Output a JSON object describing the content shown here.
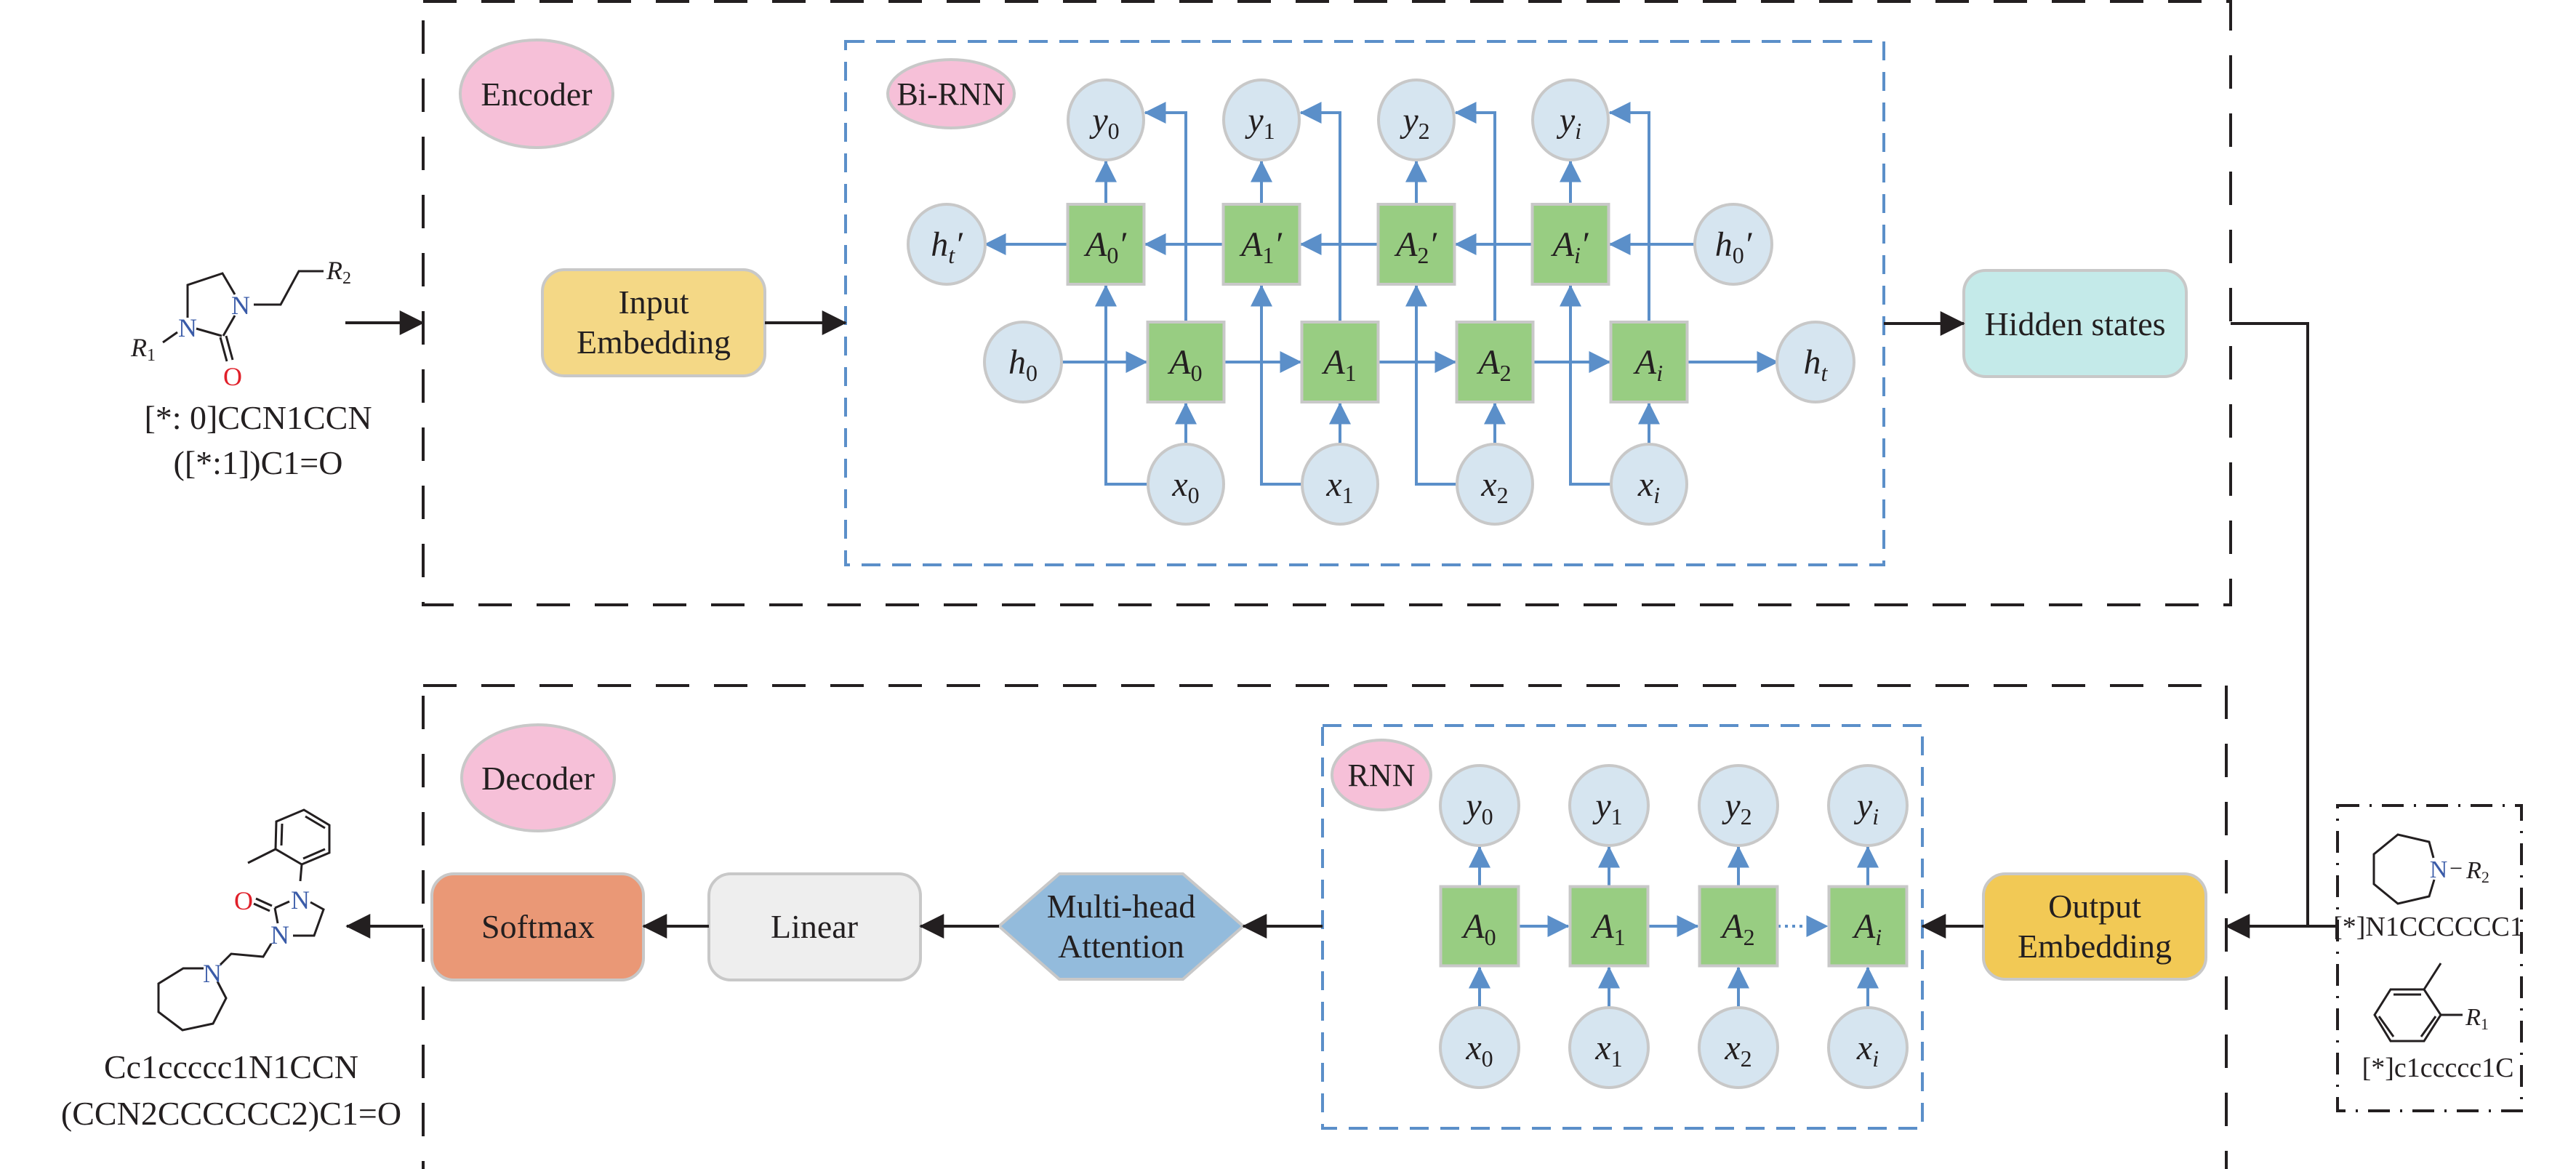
{
  "figure": {
    "title": "Encoder-decoder molecular generation architecture with Bi-RNN encoder and RNN decoder"
  },
  "encoder": {
    "label": "Encoder",
    "input_embedding": [
      "Input",
      "Embedding"
    ],
    "hidden_states": "Hidden states",
    "birnn": {
      "label": "Bi-RNN",
      "outputs": [
        {
          "base": "y",
          "sub": "0"
        },
        {
          "base": "y",
          "sub": "1"
        },
        {
          "base": "y",
          "sub": "2"
        },
        {
          "base": "y",
          "sub": "i",
          "sub_italic": true
        }
      ],
      "backward_cells": [
        {
          "base": "A",
          "sub": "0",
          "prime": true
        },
        {
          "base": "A",
          "sub": "1",
          "prime": true
        },
        {
          "base": "A",
          "sub": "2",
          "prime": true
        },
        {
          "base": "A",
          "sub": "i",
          "sub_italic": true,
          "prime": true
        }
      ],
      "forward_cells": [
        {
          "base": "A",
          "sub": "0"
        },
        {
          "base": "A",
          "sub": "1"
        },
        {
          "base": "A",
          "sub": "2"
        },
        {
          "base": "A",
          "sub": "i",
          "sub_italic": true
        }
      ],
      "inputs": [
        {
          "base": "x",
          "sub": "0"
        },
        {
          "base": "x",
          "sub": "1"
        },
        {
          "base": "x",
          "sub": "2"
        },
        {
          "base": "x",
          "sub": "i",
          "sub_italic": true
        }
      ],
      "h_start": {
        "base": "h",
        "sub": "0"
      },
      "h_end": {
        "base": "h",
        "sub": "t",
        "sub_italic": true
      },
      "h_back_start": {
        "base": "h",
        "sub": "0",
        "prime": true
      },
      "h_back_end": {
        "base": "h",
        "sub": "t",
        "sub_italic": true,
        "prime": true
      }
    }
  },
  "decoder": {
    "label": "Decoder",
    "softmax": "Softmax",
    "linear": "Linear",
    "attention": [
      "Multi-head",
      "Attention"
    ],
    "output_embedding": [
      "Output",
      "Embedding"
    ],
    "rnn": {
      "label": "RNN",
      "outputs": [
        {
          "base": "y",
          "sub": "0"
        },
        {
          "base": "y",
          "sub": "1"
        },
        {
          "base": "y",
          "sub": "2"
        },
        {
          "base": "y",
          "sub": "i",
          "sub_italic": true
        }
      ],
      "cells": [
        {
          "base": "A",
          "sub": "0"
        },
        {
          "base": "A",
          "sub": "1"
        },
        {
          "base": "A",
          "sub": "2"
        },
        {
          "base": "A",
          "sub": "i",
          "sub_italic": true
        }
      ],
      "inputs": [
        {
          "base": "x",
          "sub": "0"
        },
        {
          "base": "x",
          "sub": "1"
        },
        {
          "base": "x",
          "sub": "2"
        },
        {
          "base": "x",
          "sub": "i",
          "sub_italic": true
        }
      ]
    }
  },
  "input_molecule": {
    "smiles_lines": [
      "[*: 0]CCN1CCN",
      "([*:1])C1=O"
    ],
    "atoms": {
      "n": "N",
      "o": "O",
      "r1": "R",
      "r1_sub": "1",
      "r2": "R",
      "r2_sub": "2"
    }
  },
  "output_molecule": {
    "smiles_lines": [
      "Cc1ccccc1N1CCN",
      "(CCN2CCCCCC2)C1=O"
    ],
    "atoms": {
      "n": "N",
      "o": "O"
    }
  },
  "fragments": [
    {
      "smiles": "[*]N1CCCCCC1",
      "atoms": {
        "n": "N",
        "bond": "−",
        "r": "R",
        "r_sub": "2"
      }
    },
    {
      "smiles": "[*]c1ccccc1C",
      "atoms": {
        "r": "R",
        "r_sub": "1"
      }
    }
  ],
  "colors": {
    "label_pink": "#f6c0d8",
    "input_embedding": "#f4d886",
    "output_embedding": "#f2c955",
    "hidden_states": "#c4eae9",
    "softmax": "#ea9876",
    "linear": "#eeeeee",
    "attention": "#93bbdc",
    "cell_green": "#98cd82",
    "node_blue": "#d6e5f0",
    "connector_blue": "#5b8fc9",
    "nitrogen": "#3a5ba8",
    "oxygen": "#e0202a"
  }
}
